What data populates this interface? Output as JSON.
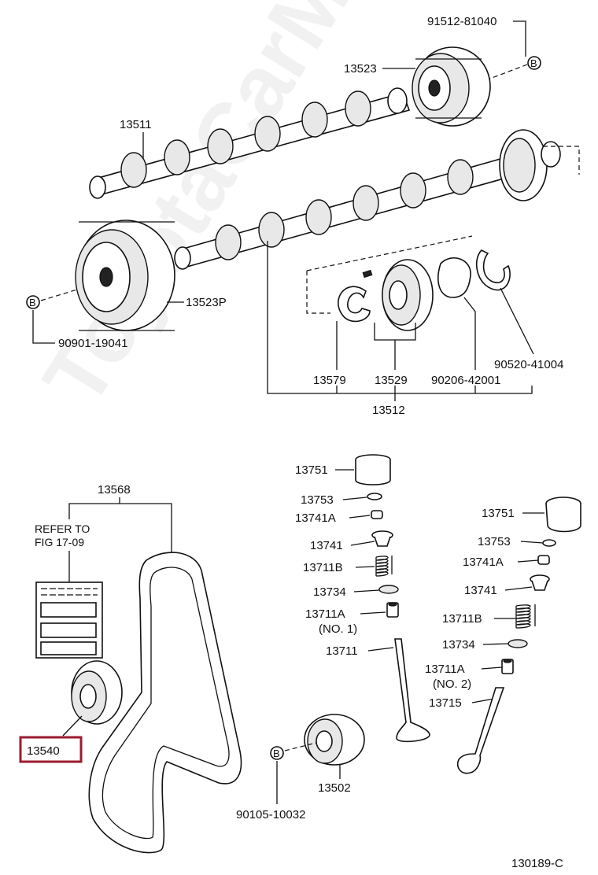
{
  "watermark": "ToyotaCarMe.ru",
  "labels": {
    "p91512": "91512-81040",
    "p13523": "13523",
    "p13511": "13511",
    "p13523P": "13523P",
    "p90901": "90901-19041",
    "p13579": "13579",
    "p13529": "13529",
    "p90206": "90206-42001",
    "p90520": "90520-41004",
    "p13512": "13512",
    "p13568": "13568",
    "refer_line1": "REFER TO",
    "refer_line2": "FIG 17-09",
    "p13540": "13540",
    "p90105": "90105-10032",
    "p13502": "13502",
    "l13751": "13751",
    "l13753": "13753",
    "l13741A": "13741A",
    "l13741": "13741",
    "l13711B": "13711B",
    "l13734": "13734",
    "l13711A": "13711A",
    "l13711A_note": "(NO. 1)",
    "l13711": "13711",
    "r13751": "13751",
    "r13753": "13753",
    "r13741A": "13741A",
    "r13741": "13741",
    "r13711B": "13711B",
    "r13734": "13734",
    "r13711A": "13711A",
    "r13711A_note": "(NO. 2)",
    "r13715": "13715",
    "diagram_code": "130189-C"
  },
  "bolt_symbol": "B",
  "highlight": {
    "part": "13540",
    "border_color": "#9b1b30"
  }
}
